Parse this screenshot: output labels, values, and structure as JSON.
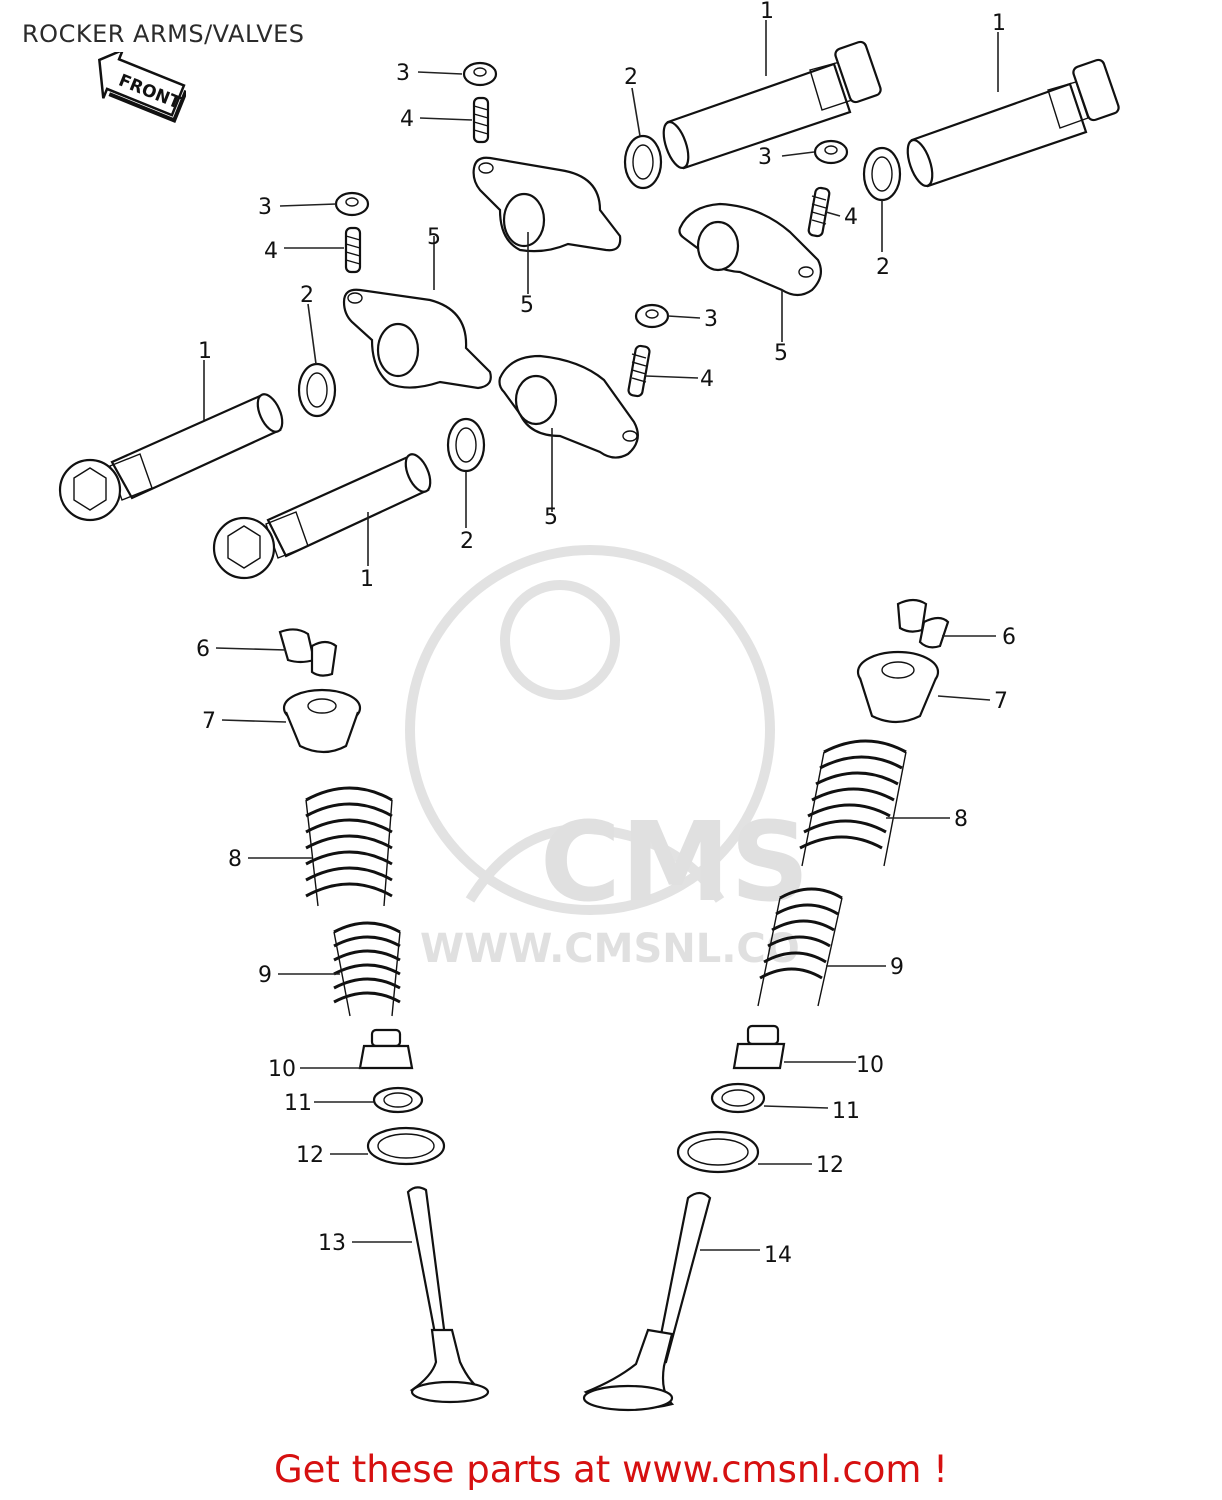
{
  "header": {
    "title": "ROCKER ARMS/VALVES"
  },
  "front_badge": {
    "label": "FRONT"
  },
  "watermark": {
    "logo": "CMS",
    "url": "WWW.CMSNL.CO"
  },
  "footer": {
    "text": "Get these parts at www.cmsnl.com !",
    "color": "#d61010"
  },
  "callouts": {
    "shaft_tr1": "1",
    "shaft_tr2": "1",
    "shaft_bl1": "1",
    "shaft_bl2": "1",
    "ring_a": "2",
    "ring_b": "2",
    "ring_c": "2",
    "ring_d": "2",
    "nut_a": "3",
    "nut_b": "3",
    "nut_c": "3",
    "nut_d": "3",
    "screw_a": "4",
    "screw_b": "4",
    "screw_c": "4",
    "screw_d": "4",
    "rocker_a": "5",
    "rocker_b": "5",
    "rocker_c": "5",
    "rocker_d": "5",
    "collet_l": "6",
    "collet_r": "6",
    "retainer_l": "7",
    "retainer_r": "7",
    "outer_spring_l": "8",
    "outer_spring_r": "8",
    "inner_spring_l": "9",
    "inner_spring_r": "9",
    "seal_l": "10",
    "seal_r": "10",
    "seat_l": "11",
    "seat_r": "11",
    "washer_l": "12",
    "washer_r": "12",
    "intake_valve": "13",
    "exhaust_valve": "14"
  }
}
